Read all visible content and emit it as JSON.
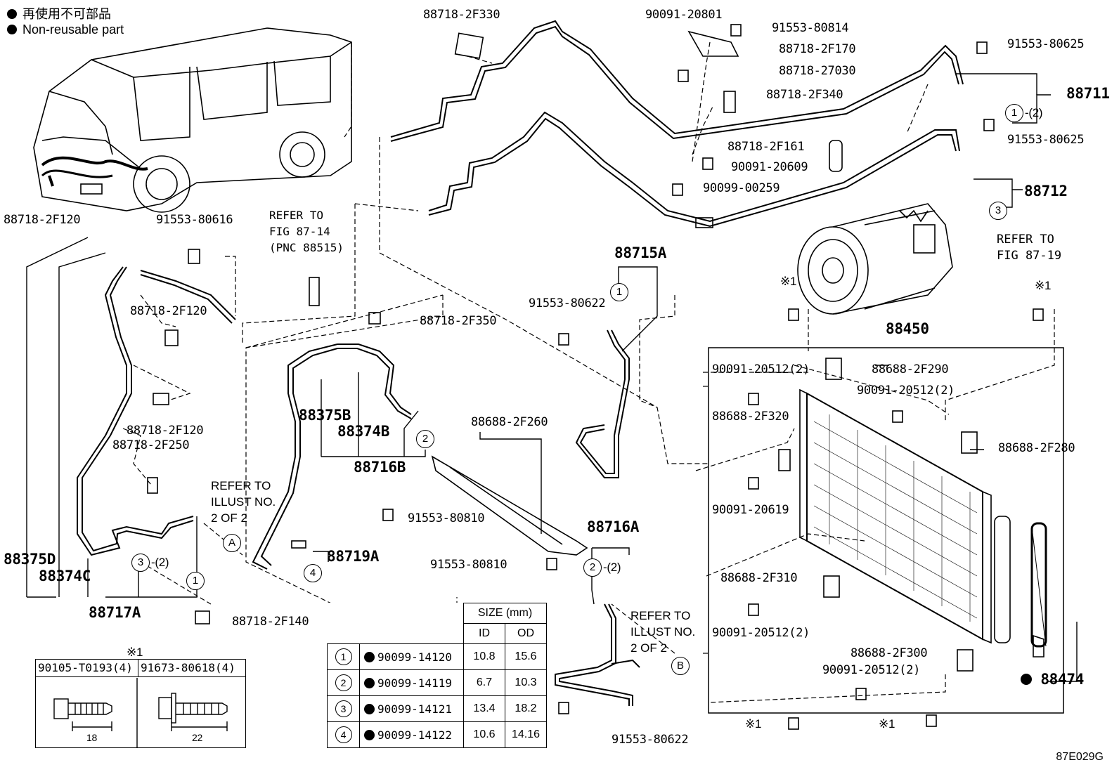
{
  "legend": {
    "non_reusable_jp": "再使用不可部品",
    "non_reusable_en": "Non-reusable part"
  },
  "parts": {
    "p88718_2F330": "88718-2F330",
    "p90091_20801": "90091-20801",
    "p91553_80814": "91553-80814",
    "p88718_2F170": "88718-2F170",
    "p88718_27030": "88718-27030",
    "p88718_2F340": "88718-2F340",
    "p91553_80625a": "91553-80625",
    "p88711": "88711",
    "p91553_80625b": "91553-80625",
    "p88718_2F161": "88718-2F161",
    "p90091_20609": "90091-20609",
    "p90099_00259": "90099-00259",
    "p88712": "88712",
    "p88718_2F120a": "88718-2F120",
    "p91553_80616": "91553-80616",
    "p88715A": "88715A",
    "p91553_80622a": "91553-80622",
    "p88718_2F120b": "88718-2F120",
    "p88718_2F350": "88718-2F350",
    "p88450": "88450",
    "p90091_20512a": "90091-20512(2)",
    "p88688_2F290": "88688-2F290",
    "p90091_20512b": "90091-20512(2)",
    "p88688_2F320": "88688-2F320",
    "p88688_2F280": "88688-2F280",
    "p88375B": "88375B",
    "p88374B": "88374B",
    "p88716B": "88716B",
    "p88718_2F120c": "88718-2F120",
    "p88718_2F250": "88718-2F250",
    "p88688_2F260": "88688-2F260",
    "p90091_20619": "90091-20619",
    "p91553_80810a": "91553-80810",
    "p88716A": "88716A",
    "p88719A": "88719A",
    "p91553_80810b": "91553-80810",
    "p88375D": "88375D",
    "p88374C": "88374C",
    "p88717A": "88717A",
    "p88718_2F140": "88718-2F140",
    "p88688_2F310": "88688-2F310",
    "p90091_20512c": "90091-20512(2)",
    "p88688_2F300": "88688-2F300",
    "p90091_20512d": "90091-20512(2)",
    "p88474": "88474",
    "p91553_80622b": "91553-80622"
  },
  "qty_markers": {
    "m1_2": "-(2)",
    "m3_2": "-(2)",
    "m2_2": "-(2)"
  },
  "circled": [
    "1",
    "2",
    "3",
    "4"
  ],
  "refs": {
    "fig87_14": "REFER TO\nFIG 87-14\n(PNC 88515)",
    "fig87_19": "REFER TO\nFIG 87-19",
    "illust_a": "REFER TO\nILLUST NO.\n2 OF 2",
    "illust_b": "REFER TO\nILLUST NO.\n2 OF 2",
    "letter_a": "A",
    "letter_b": "B"
  },
  "star_note": "※1",
  "fastener_table": {
    "star": "※1",
    "col1": "90105-T0193(4)",
    "col2": "91673-80618(4)",
    "dim1": "18",
    "dim2": "22"
  },
  "size_table": {
    "header": "SIZE (mm)",
    "col_id": "ID",
    "col_od": "OD",
    "rows": [
      {
        "no": "1",
        "part": "90099-14120",
        "id": "10.8",
        "od": "15.6"
      },
      {
        "no": "2",
        "part": "90099-14119",
        "id": "6.7",
        "od": "10.3"
      },
      {
        "no": "3",
        "part": "90099-14121",
        "id": "13.4",
        "od": "18.2"
      },
      {
        "no": "4",
        "part": "90099-14122",
        "id": "10.6",
        "od": "14.16"
      }
    ]
  },
  "figure_code": "87E029G"
}
